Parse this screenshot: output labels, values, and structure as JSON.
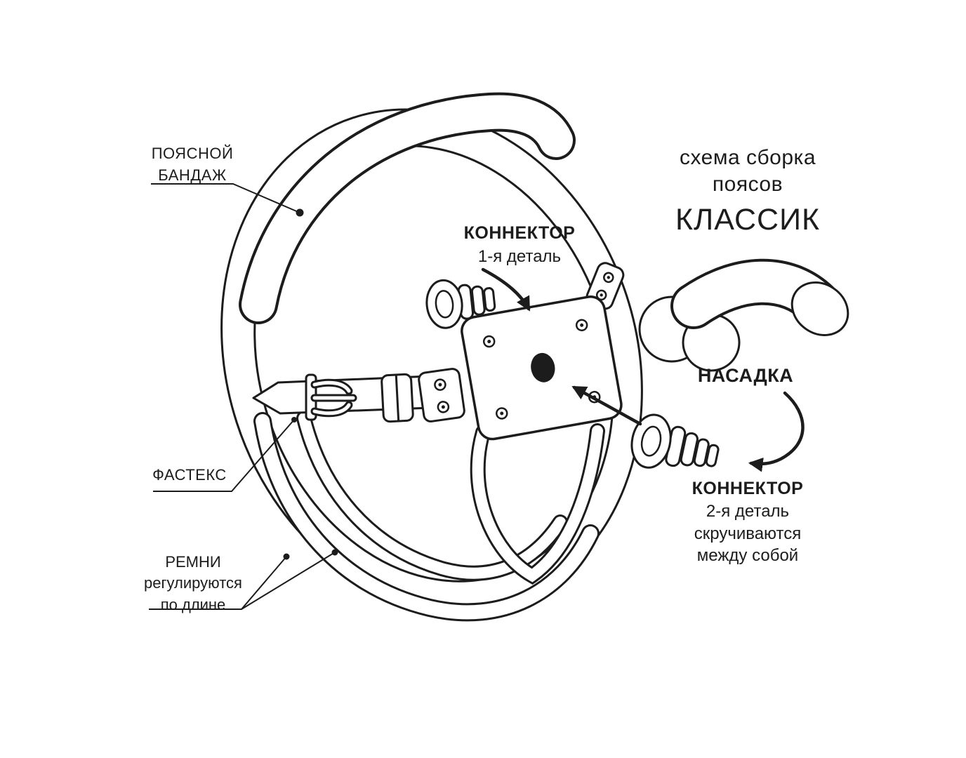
{
  "title": {
    "line1": "схема сборка",
    "line2": "поясов",
    "line3": "КЛАССИК"
  },
  "labels": {
    "waist_bandage": {
      "line1": "ПОЯСНОЙ",
      "line2": "БАНДАЖ"
    },
    "connector1": {
      "title": "КОННЕКТОР",
      "subtitle": "1-я деталь"
    },
    "nozzle": {
      "title": "НАСАДКА"
    },
    "connector2": {
      "title": "КОННЕКТОР",
      "line1": "2-я деталь",
      "line2": "скручиваются",
      "line3": "между собой"
    },
    "fastex": {
      "title": "ФАСТЕКС"
    },
    "straps": {
      "line1": "РЕМНИ",
      "line2": "регулируются",
      "line3": "по длине"
    }
  },
  "colors": {
    "ink": "#1c1c1c",
    "background": "#ffffff"
  }
}
